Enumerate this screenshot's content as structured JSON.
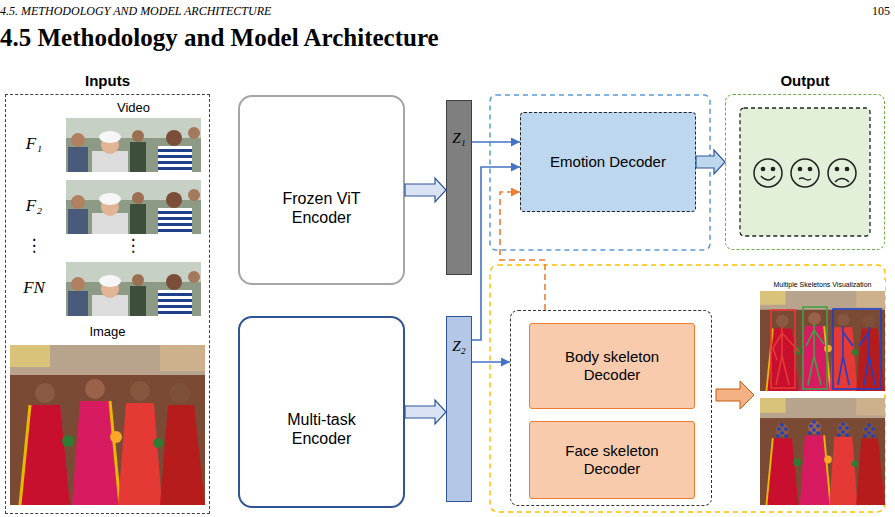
{
  "diagram": {
    "title": "4.5 Methodology and Model Architecture",
    "nodes": [
      {
        "text": [
          "Inputs"
        ]
      },
      {
        "text": [
          "Frozen ViT Encoder"
        ]
      },
      {
        "text": [
          "Multi-task Encoder"
        ]
      },
      {
        "text": [
          "Z₁"
        ]
      },
      {
        "text": [
          "Z₂"
        ]
      },
      {
        "text": [
          "Emotion Decoder"
        ]
      },
      {
        "text": [
          "Output"
        ]
      },
      {
        "text": []
      },
      {
        "text": [
          "Body skeleton Decoder"
        ],
        "in": 7
      },
      {
        "text": [
          "Face skeleton Decoder"
        ],
        "in": 7
      }
    ],
    "edges": [
      {
        "from": 1,
        "to": 3,
        "arrow": "to"
      },
      {
        "from": 2,
        "to": 4,
        "arrow": "to"
      },
      {
        "from": 3,
        "to": 5,
        "arrow": "to"
      },
      {
        "from": 4,
        "to": 5,
        "arrow": "to"
      },
      {
        "from": 4,
        "to": 7,
        "arrow": "to"
      },
      {
        "from": 7,
        "to": 5,
        "arrow": "to"
      },
      {
        "from": 5,
        "to": 6,
        "arrow": "to"
      }
    ],
    "labels": [
      "4.5. METHODOLOGY AND MODEL ARCHITECTURE",
      "105",
      "Video",
      "F₁",
      "F₂",
      "⋮",
      "⋮",
      "FN",
      "Image",
      "Multiple Skeletons Visualization"
    ]
  }
}
